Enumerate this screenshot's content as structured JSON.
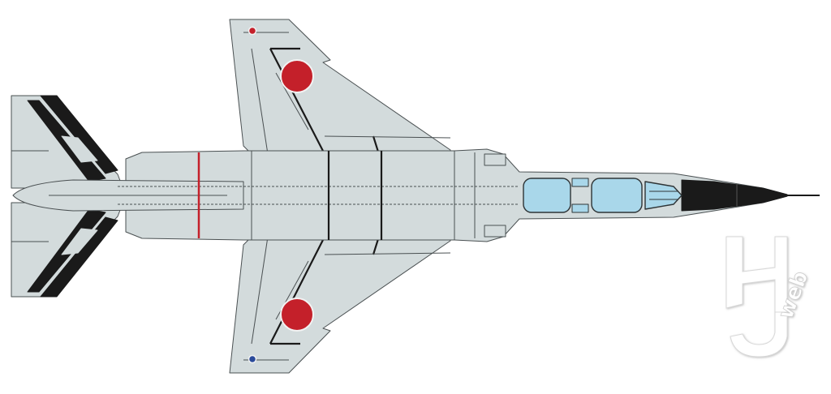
{
  "illustration": {
    "subject": "jet-aircraft-top-view",
    "colors": {
      "background": "#ffffff",
      "body": "#d3dbdc",
      "panel_line": "#4a5052",
      "stripe_black": "#1a1a1a",
      "canopy": "#a9d7ea",
      "roundel_red": "#c4202a",
      "roundel_ring": "#f2f2f2",
      "nav_light_red": "#c4202a",
      "nav_light_blue": "#2a4a9a",
      "red_band": "#c4202a"
    }
  },
  "watermark": {
    "letters": "H J",
    "suffix": "web",
    "text": "HJ web",
    "color": "#e6e6e6"
  }
}
